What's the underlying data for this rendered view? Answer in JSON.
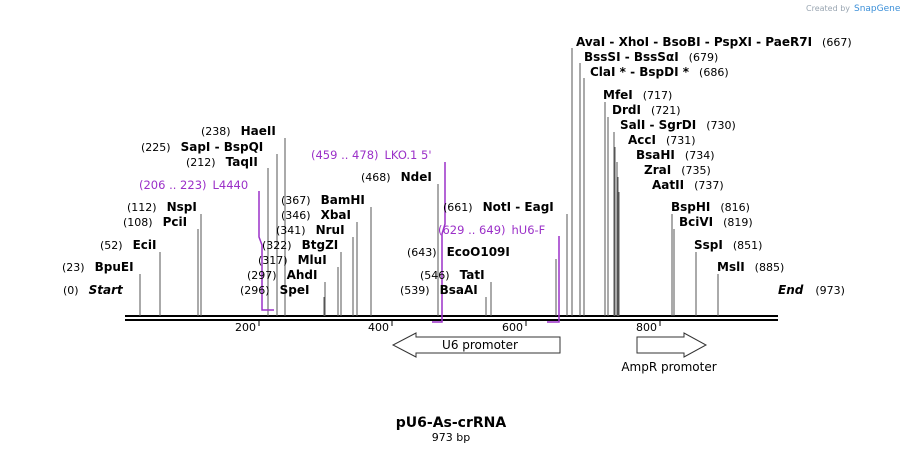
{
  "credit": {
    "prefix": "Created by",
    "brand": "SnapGene"
  },
  "title": "pU6-As-crRNA",
  "length_label": "973 bp",
  "ticks": [
    "200",
    "400",
    "600",
    "800"
  ],
  "ends": {
    "start": {
      "pos": "(0)",
      "name": "Start"
    },
    "end": {
      "pos": "(973)",
      "name": "End"
    }
  },
  "sites": [
    {
      "pos": "(23)",
      "name": "BpuEI"
    },
    {
      "pos": "(52)",
      "name": "EciI"
    },
    {
      "pos": "(108)",
      "name": "PciI"
    },
    {
      "pos": "(112)",
      "name": "NspI"
    },
    {
      "pos": "(212)",
      "name": "TaqII"
    },
    {
      "pos": "(225)",
      "name": "SapI  - BspQI"
    },
    {
      "pos": "(238)",
      "name": "HaeII"
    },
    {
      "pos": "(296)",
      "name": "SpeI"
    },
    {
      "pos": "(297)",
      "name": "AhdI"
    },
    {
      "pos": "(317)",
      "name": "MluI"
    },
    {
      "pos": "(322)",
      "name": "BtgZI"
    },
    {
      "pos": "(341)",
      "name": "NruI"
    },
    {
      "pos": "(346)",
      "name": "XbaI"
    },
    {
      "pos": "(367)",
      "name": "BamHI"
    },
    {
      "pos": "(468)",
      "name": "NdeI"
    },
    {
      "pos": "(539)",
      "name": "BsaAI"
    },
    {
      "pos": "(546)",
      "name": "TatI"
    },
    {
      "pos": "(643)",
      "name": "EcoO109I"
    },
    {
      "pos": "(661)",
      "name": "NotI  - EagI"
    },
    {
      "pos": "(667)",
      "name": "AvaI  - XhoI  - BsoBI  - PspXI  - PaeR7I"
    },
    {
      "pos": "(679)",
      "name": "BssSI  - BssSαI"
    },
    {
      "pos": "(686)",
      "name": "ClaI * - BspDI *"
    },
    {
      "pos": "(717)",
      "name": "MfeI"
    },
    {
      "pos": "(721)",
      "name": "DrdI"
    },
    {
      "pos": "(730)",
      "name": "SalI  - SgrDI"
    },
    {
      "pos": "(731)",
      "name": "AccI"
    },
    {
      "pos": "(734)",
      "name": "BsaHI"
    },
    {
      "pos": "(735)",
      "name": "ZraI"
    },
    {
      "pos": "(737)",
      "name": "AatII"
    },
    {
      "pos": "(816)",
      "name": "BspHI"
    },
    {
      "pos": "(819)",
      "name": "BciVI"
    },
    {
      "pos": "(851)",
      "name": "SspI"
    },
    {
      "pos": "(885)",
      "name": "MslI"
    }
  ],
  "primers": [
    {
      "range": "(206 .. 223)",
      "name": "L4440"
    },
    {
      "range": "(459 .. 478)",
      "name": "LKO.1 5'"
    },
    {
      "range": "(629 .. 649)",
      "name": "hU6-F"
    }
  ],
  "features": [
    {
      "name": "U6 promoter",
      "direction": "reverse"
    },
    {
      "name": "AmpR promoter",
      "direction": "forward"
    }
  ],
  "colors": {
    "primer": "#9b30c8",
    "line": "#000000",
    "leader": "#555555"
  }
}
